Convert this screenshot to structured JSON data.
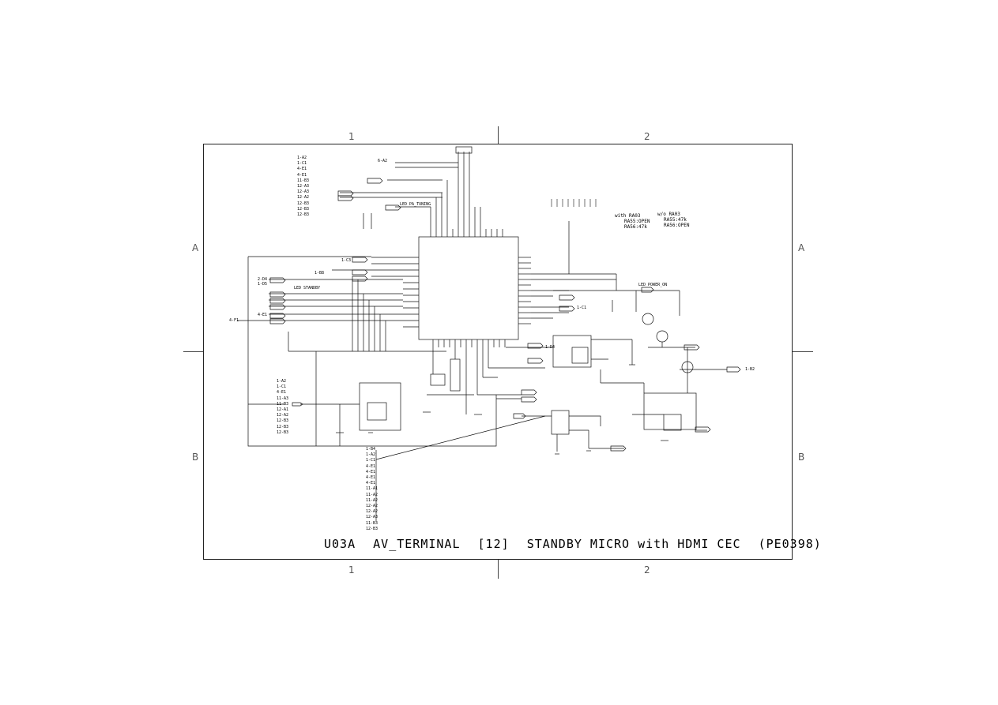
{
  "sheet": {
    "title": {
      "part1": "U03A",
      "part2": "AV_TERMINAL",
      "part3": "[12]",
      "part4": "STANDBY MICRO with HDMI CEC",
      "part5": "(PE0398)"
    },
    "zones": {
      "col1": "1",
      "col2": "2",
      "rowA": "A",
      "rowB": "B"
    }
  },
  "schematic": {
    "notes": {
      "with_ra03": "with RA03",
      "ra55_open_a": "RA55:OPEN",
      "ra56_47k": "RA56:47k",
      "wo_ra03": "w/o RA03",
      "ra55_47k": "RA55:47k",
      "ra56_open": "RA56:OPEN"
    },
    "nets": {
      "led_standby": "LED STANDBY",
      "led_power_on": "LED POWER_ON",
      "led_pa_tuning": "LED PA_TUNING"
    },
    "refs": {
      "left_top": "1-A2\n1-C1\n4-E1\n4-E1\n11-B3\n12-A3\n12-A3\n12-A2\n12-B3\n12-B3\n12-B3",
      "left_mid": "1-A2\n1-C1\n4-E1\n11-A3\n11-B3\n12-A1\n12-A2\n12-B3\n12-B3\n12-B3",
      "left_bus": "1-B4\n1-A2\n1-C1\n4-E1\n4-E1\n4-E1\n4-E1\n11-A1\n11-A2\n11-A2\n12-A2\n12-A2\n12-A3\n11-B3\n12-B3",
      "sig_2_d4": "2-D4",
      "sig_1_d5": "1-D5",
      "sig_4_e1": "4-E1",
      "sig_4_f1": "4-F1",
      "sig_1_c3": "1-C3",
      "sig_1_b8": "1-B8",
      "sig_6_a2": "6-A2",
      "sig_1_d4": "1-D4",
      "sig_1_c1": "1-C1",
      "sig_1_b2": "1-B2"
    }
  }
}
